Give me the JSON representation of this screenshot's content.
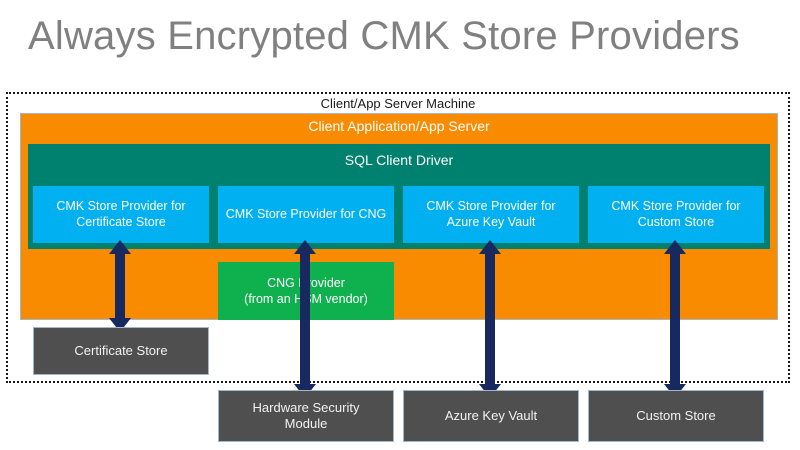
{
  "title": "Always Encrypted CMK Store Providers",
  "colors": {
    "title_gray": "#808080",
    "orange": "#F98B00",
    "teal": "#00806E",
    "cyan": "#00B0F0",
    "green": "#0FB04E",
    "gray_store": "#4F4F4F",
    "arrow_navy": "#17295E",
    "boundary_dotted": "#1A1A1A"
  },
  "diagram": {
    "machine": {
      "label": "Client/App Server Machine",
      "border_style": "dotted"
    },
    "app_server": {
      "label": "Client Application/App Server"
    },
    "sql_driver": {
      "label": "SQL Client Driver"
    },
    "providers": [
      {
        "id": "certificate-store",
        "label": "CMK Store Provider for Certificate Store"
      },
      {
        "id": "cng",
        "label": "CMK Store Provider for CNG"
      },
      {
        "id": "azure-key-vault",
        "label": "CMK Store Provider for Azure Key Vault"
      },
      {
        "id": "custom-store",
        "label": "CMK Store Provider for Custom Store"
      }
    ],
    "cng_provider": {
      "line1": "CNG Provider",
      "line2": "(from an HSM vendor)"
    },
    "stores": [
      {
        "id": "certificate-store",
        "label": "Certificate Store",
        "inside_machine": true
      },
      {
        "id": "hardware-security-module",
        "line1": "Hardware Security",
        "line2": "Module",
        "inside_machine": false
      },
      {
        "id": "azure-key-vault",
        "label": "Azure Key Vault",
        "inside_machine": false
      },
      {
        "id": "custom-store",
        "label": "Custom Store",
        "inside_machine": false
      }
    ],
    "arrows": [
      {
        "id": "certificate-store-arrow",
        "from": "CMK Store Provider for Certificate Store",
        "to": "Certificate Store",
        "heads": "double"
      },
      {
        "id": "cng-arrow",
        "from": "CMK Store Provider for CNG",
        "to": "Hardware Security Module",
        "heads": "double"
      },
      {
        "id": "azure-key-vault-arrow",
        "from": "CMK Store Provider for Azure Key Vault",
        "to": "Azure Key Vault",
        "heads": "double"
      },
      {
        "id": "custom-store-arrow",
        "from": "CMK Store Provider for Custom Store",
        "to": "Custom Store",
        "heads": "double"
      }
    ]
  }
}
